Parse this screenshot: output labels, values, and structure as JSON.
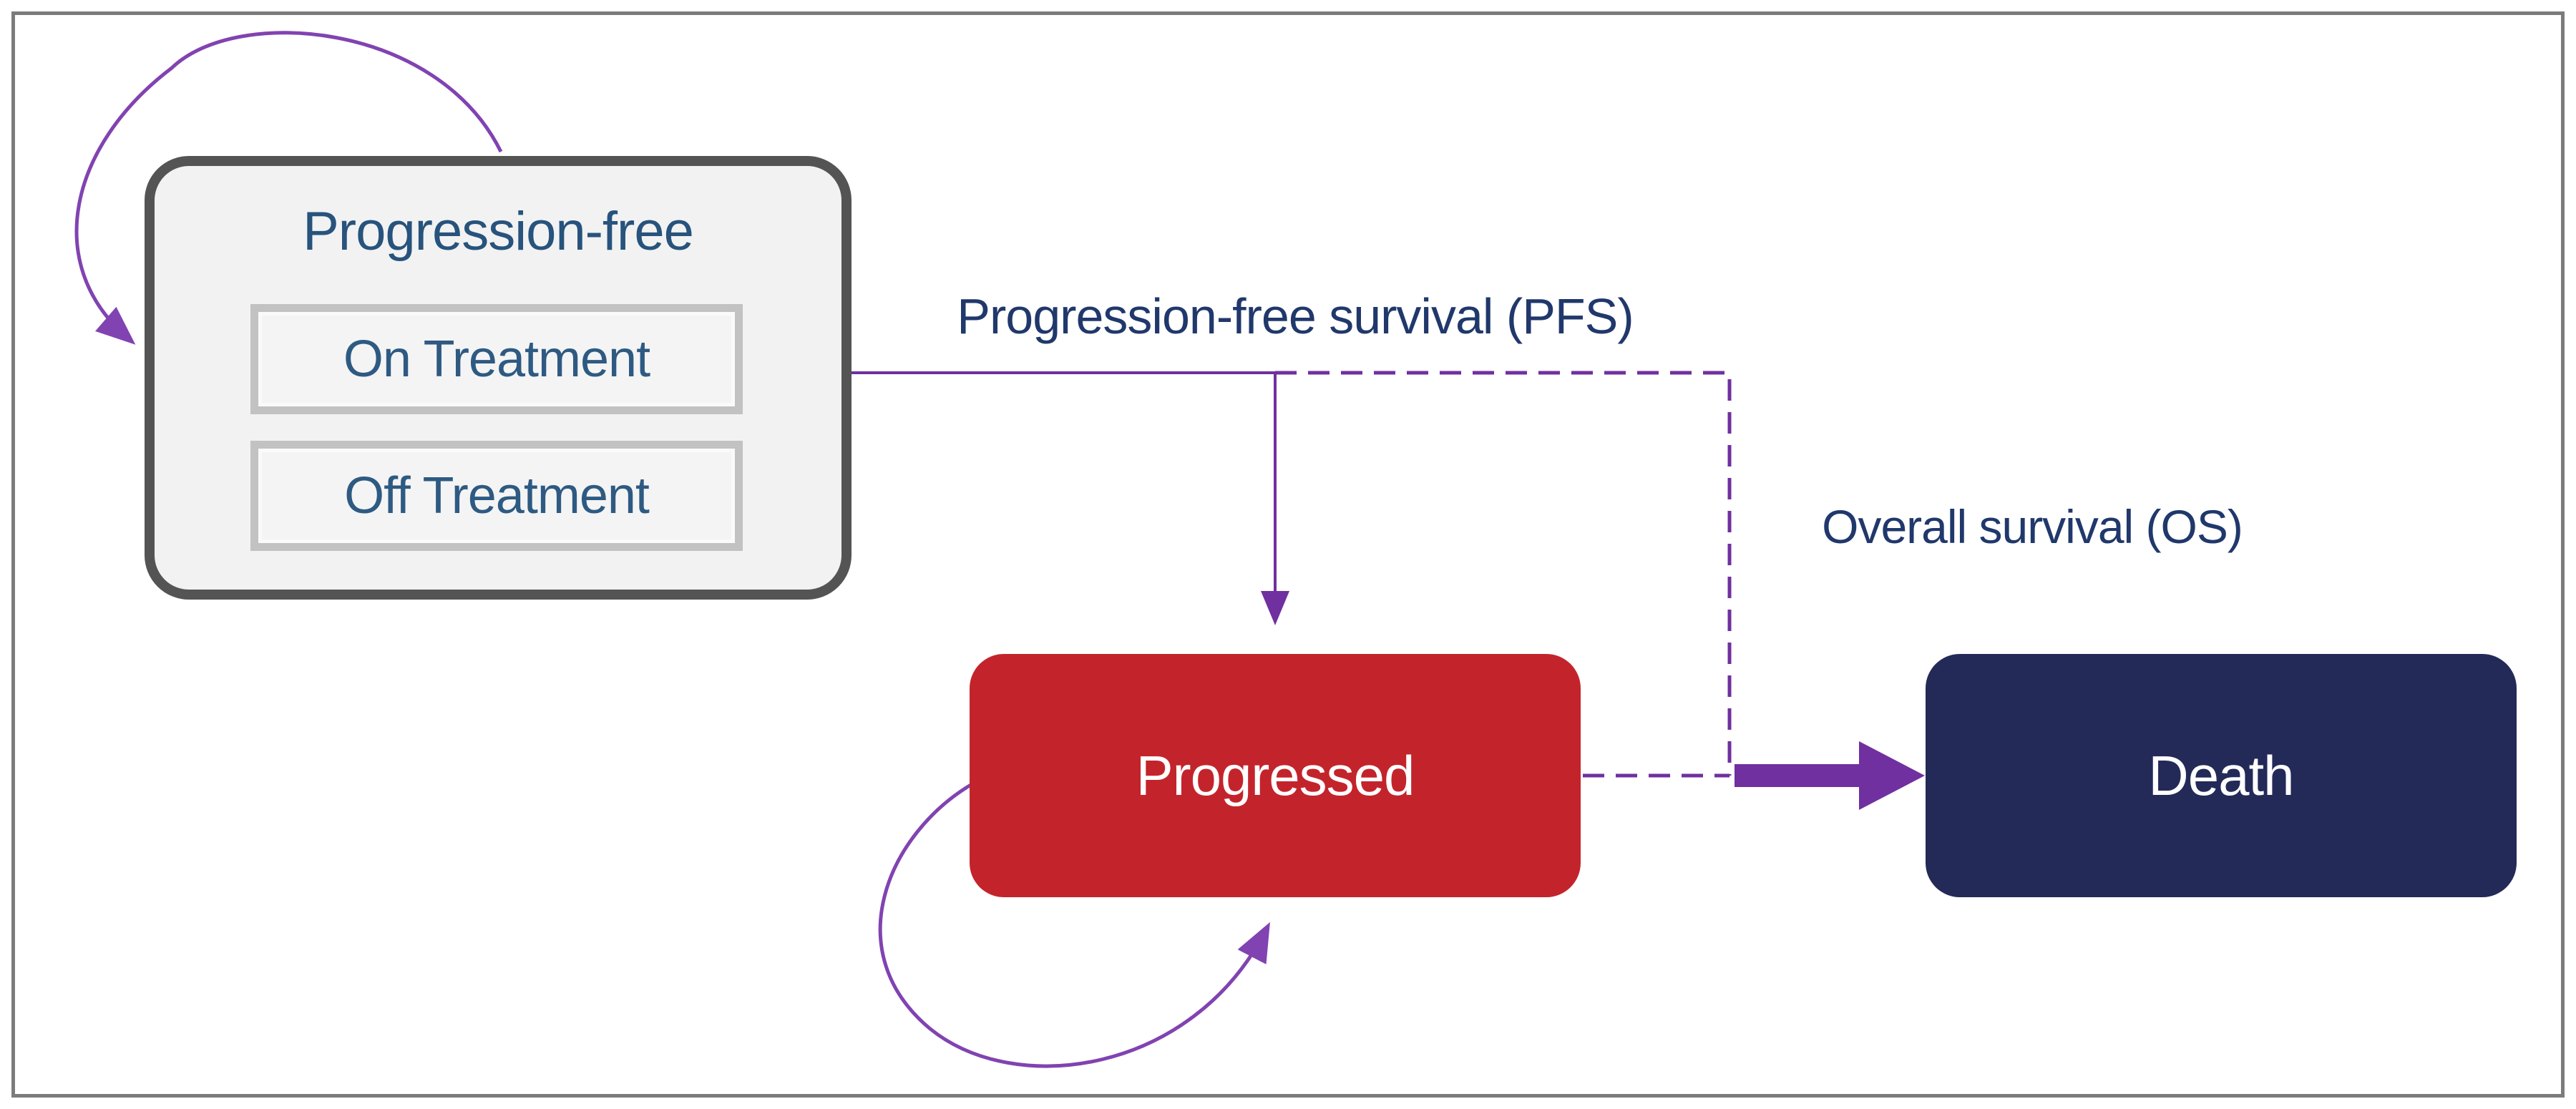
{
  "diagram": {
    "type": "state-transition-model",
    "nodes": {
      "progression_free": {
        "label": "Progression-free",
        "substates": [
          "On Treatment",
          "Off Treatment"
        ]
      },
      "progressed": {
        "label": "Progressed"
      },
      "death": {
        "label": "Death"
      }
    },
    "edges": {
      "pfs_label": "Progression-free survival (PFS)",
      "os_label": "Overall survival (OS)",
      "transitions": [
        "progression_free -> progression_free (self-loop)",
        "progression_free -> progressed (solid arrow, PFS)",
        "progression_free -> death (dashed elbow, OS)",
        "progressed -> death (thick arrow)",
        "progressed -> progressed (self-loop)"
      ]
    },
    "colors": {
      "page_bg": "#FFFFFF",
      "frame_border": "#7C7C7C",
      "pf_fill": "#F2F2F3",
      "pf_border": "#545454",
      "sub_fill": "#F4F4F5",
      "sub_border": "#C2C2C2",
      "title_text": "#27537C",
      "sub_text": "#2E5A82",
      "label_text": "#20386B",
      "progressed_fill": "#C3242B",
      "death_fill": "#232A58",
      "node_text": "#FFFFFF",
      "arrow_purple": "#7030A0",
      "loop_purple": "#8143B1"
    }
  }
}
